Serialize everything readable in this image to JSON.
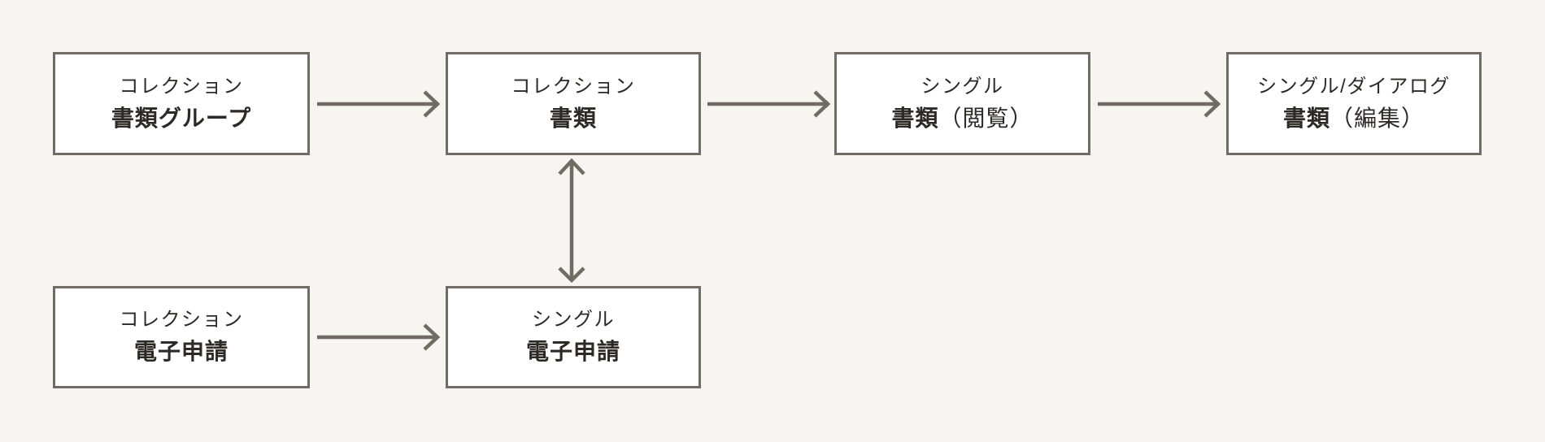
{
  "diagram": {
    "colors": {
      "background": "#f6f5f1",
      "line": "#706c63",
      "text": "#2d2a26",
      "node_background": "#ffffff"
    },
    "nodes": [
      {
        "type_label": "コレクション",
        "name_bold": "書類グループ",
        "name_suffix": ""
      },
      {
        "type_label": "コレクション",
        "name_bold": "書類",
        "name_suffix": ""
      },
      {
        "type_label": "シングル",
        "name_bold": "書類",
        "name_suffix": "（閲覧）"
      },
      {
        "type_label": "シングル/ダイアログ",
        "name_bold": "書類",
        "name_suffix": "（編集）"
      },
      {
        "type_label": "コレクション",
        "name_bold": "電子申請",
        "name_suffix": ""
      },
      {
        "type_label": "シングル",
        "name_bold": "電子申請",
        "name_suffix": ""
      }
    ]
  }
}
